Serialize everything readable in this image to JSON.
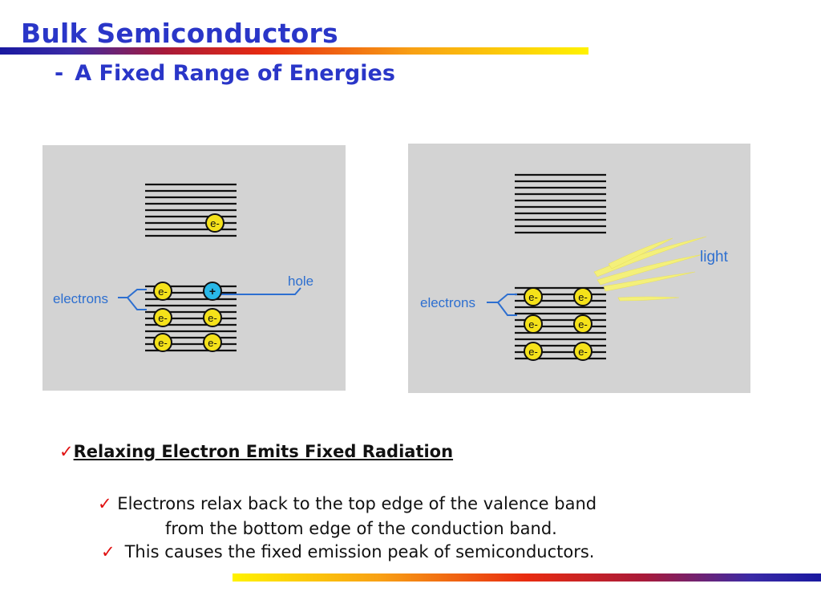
{
  "slide": {
    "title": "Bulk Semiconductors",
    "subtitle_dash": "-",
    "subtitle": "A Fixed Range of Energies"
  },
  "left_diagram": {
    "electron_symbol": "e-",
    "hole_symbol": "+",
    "label_electrons": "electrons",
    "label_hole": "hole",
    "colors": {
      "panel": "#d3d3d3",
      "electron_fill": "#f5e21a",
      "hole_fill": "#29b8e8",
      "label": "#2d6fd0",
      "bands": "#111111"
    }
  },
  "right_diagram": {
    "electron_symbol": "e-",
    "label_electrons": "electrons",
    "label_light": "light",
    "colors": {
      "light_rays": "#f4f07a"
    }
  },
  "bullets": {
    "check": "✓",
    "heading": "Relaxing Electron Emits Fixed Radiation",
    "item1_line1": "Electrons relax back to the top edge of the valence band",
    "item1_line2": "from the bottom edge of the conduction band.",
    "item2": "This causes the fixed emission peak of semiconductors."
  }
}
